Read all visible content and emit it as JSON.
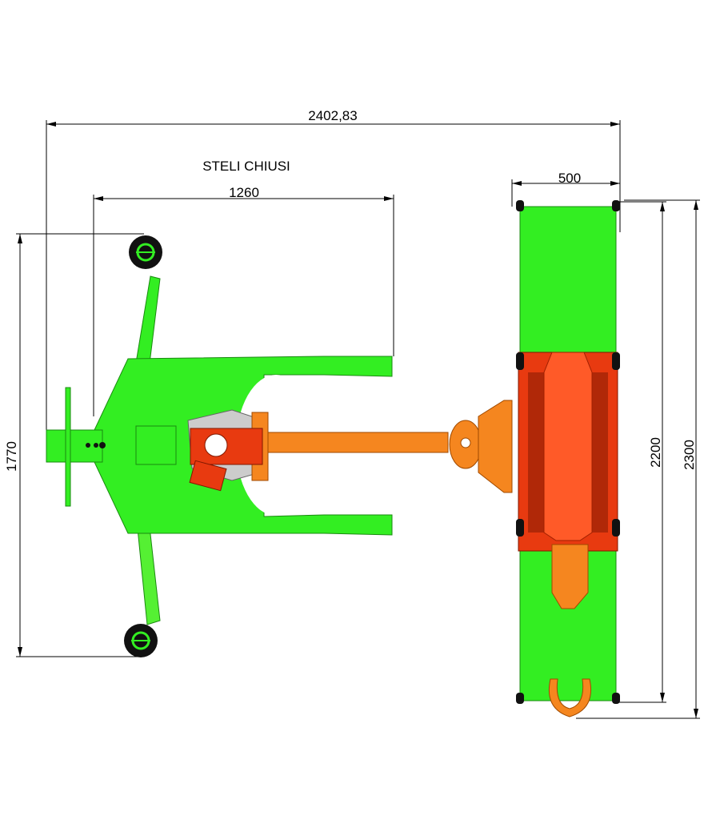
{
  "drawing": {
    "caption": "STELI CHIUSI",
    "dimensions": {
      "overall_length": "2402,83",
      "closed_legs_length": "1260",
      "stretcher_width": "500",
      "base_width": "1770",
      "stretcher_length": "2200",
      "stretcher_overall_length": "2300"
    },
    "colors": {
      "frame": "#33ee22",
      "boom": "#f5861f",
      "seat": "#e83a10",
      "wheel": "#111111"
    }
  }
}
